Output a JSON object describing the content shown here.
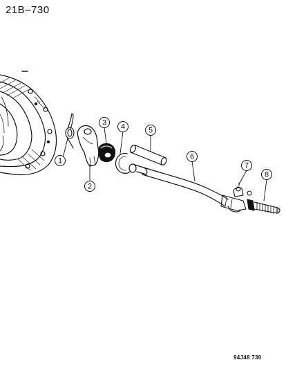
{
  "page_code": "21B–730",
  "figure_code": "94J48 730",
  "callouts": [
    "1",
    "2",
    "3",
    "4",
    "5",
    "6",
    "7",
    "8"
  ]
}
